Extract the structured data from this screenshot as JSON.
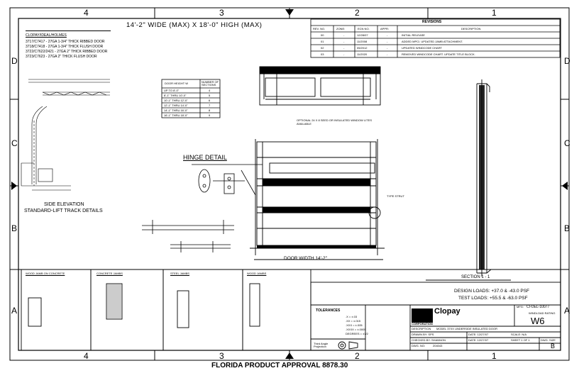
{
  "zones": {
    "top": [
      "4",
      "3",
      "2",
      "1"
    ],
    "bottom": [
      "4",
      "3",
      "2",
      "1"
    ],
    "left": [
      "D",
      "C",
      "B",
      "A"
    ],
    "right": [
      "D",
      "C",
      "B",
      "A"
    ]
  },
  "title_banner": "14'-2\" WIDE (MAX) X 18'-0\" HIGH (MAX)",
  "model_list": {
    "header": "CLOPAY/IDEAL/HOLMES",
    "items": [
      "3717/C7417 - 27GA 1-3/4\" THICK RIBBED DOOR",
      "3718/C7418 - 27GA 1-3/4\" THICK FLUSH DOOR",
      "3722/C7622/2421 - 27GA 2\" THICK RIBBED DOOR",
      "3723/C7623 - 27GA 2\" THICK FLUSH DOOR"
    ]
  },
  "revisions": {
    "title": "REVISIONS",
    "headers": [
      "REV. NO.",
      "ZONE:",
      "ECN NO.",
      "APPR:",
      "DESCRIPTION"
    ],
    "rows": [
      [
        "00",
        "-",
        "12/28/07",
        "-",
        "INITIAL RELEASE"
      ],
      [
        "01",
        "-",
        "11/2008",
        "-",
        "ADDED MPCI. UPDATED JAMB ATTACHMENT."
      ],
      [
        "02",
        "-",
        "05/2012",
        "-",
        "UPDATED WINDCODE CHART"
      ],
      [
        "03",
        "-",
        "11/2020",
        "-",
        "REMOVED WINDCODE CHART. UPDATE TITLE BLOCK."
      ]
    ]
  },
  "hinge_detail": "HINGE DETAIL",
  "side_elevation": [
    "SIDE ELEVATION",
    "STANDARD-LIFT TRACK DETAILS"
  ],
  "section_label": "SECTION 1 - 1",
  "door_width": "DOOR WIDTH 14'-2\"",
  "window_note": "OPTIONAL 24 X 8 SEED OR INSULATED WINDOW LITES AVAILABLE",
  "strut_note": "TYPE STRUT",
  "design_loads": "DESIGN LOADS: +37.0 & -43.0 PSF",
  "test_loads": "TEST LOADS: +55.5 & -63.0 PSF",
  "track_table": {
    "headers": [
      "DOOR HEIGHT W",
      "NUMBER OF SECTIONS"
    ],
    "rows": [
      [
        "UP TO 8'-0\"",
        "4"
      ],
      [
        "8'-1\" THRU 10'-0\"",
        "5"
      ],
      [
        "10'-1\" THRU 12'-0\"",
        "6"
      ],
      [
        "12'-1\" THRU 14'-0\"",
        "7"
      ],
      [
        "14'-1\" THRU 16'-0\"",
        "8"
      ],
      [
        "16'-1\" THRU 18'-0\"",
        "9"
      ]
    ]
  },
  "jamb_labels": [
    "WOOD JAMB ON CONCRETE",
    "CONCRETE JAMBS",
    "STEEL JAMBS",
    "WOOD JAMBS"
  ],
  "tolerances": {
    "title": "TOLERANCES",
    "rows": [
      ".X = ±.03",
      ".XX = ±.015",
      ".XXX = ±.005",
      ".XXXX = ±.0005",
      "DEGREES = ±1/2"
    ]
  },
  "title_block": {
    "company": "Clopay",
    "company_sub": "CORPORATION",
    "mfg_no_label": "MFG:",
    "mfg_no": "CI-OEL-10077",
    "windcode": "W6",
    "windcode_label": "WINDLOAD RATING",
    "description_label": "DESCRIPTION",
    "description": "MODEL 37XX UNDERSIDE INSULATED DOOR",
    "drawn_by": "DRAWN BY: SPS",
    "date1": "DATE: 12/27/07",
    "scale": "SCALE: N/A",
    "checked_by": "CHECKED BY: SHANNON",
    "date2": "DATE: 12/27/07",
    "sheet": "SHEET 1 OF 1",
    "dwg_no_label": "DWG. NO:",
    "dwg_no": "204043",
    "size_label": "DWG. SIZE",
    "size": "B",
    "third_angle": "Third Angle Projection"
  },
  "footer": "FLORIDA PRODUCT APPROVAL 8878.30"
}
